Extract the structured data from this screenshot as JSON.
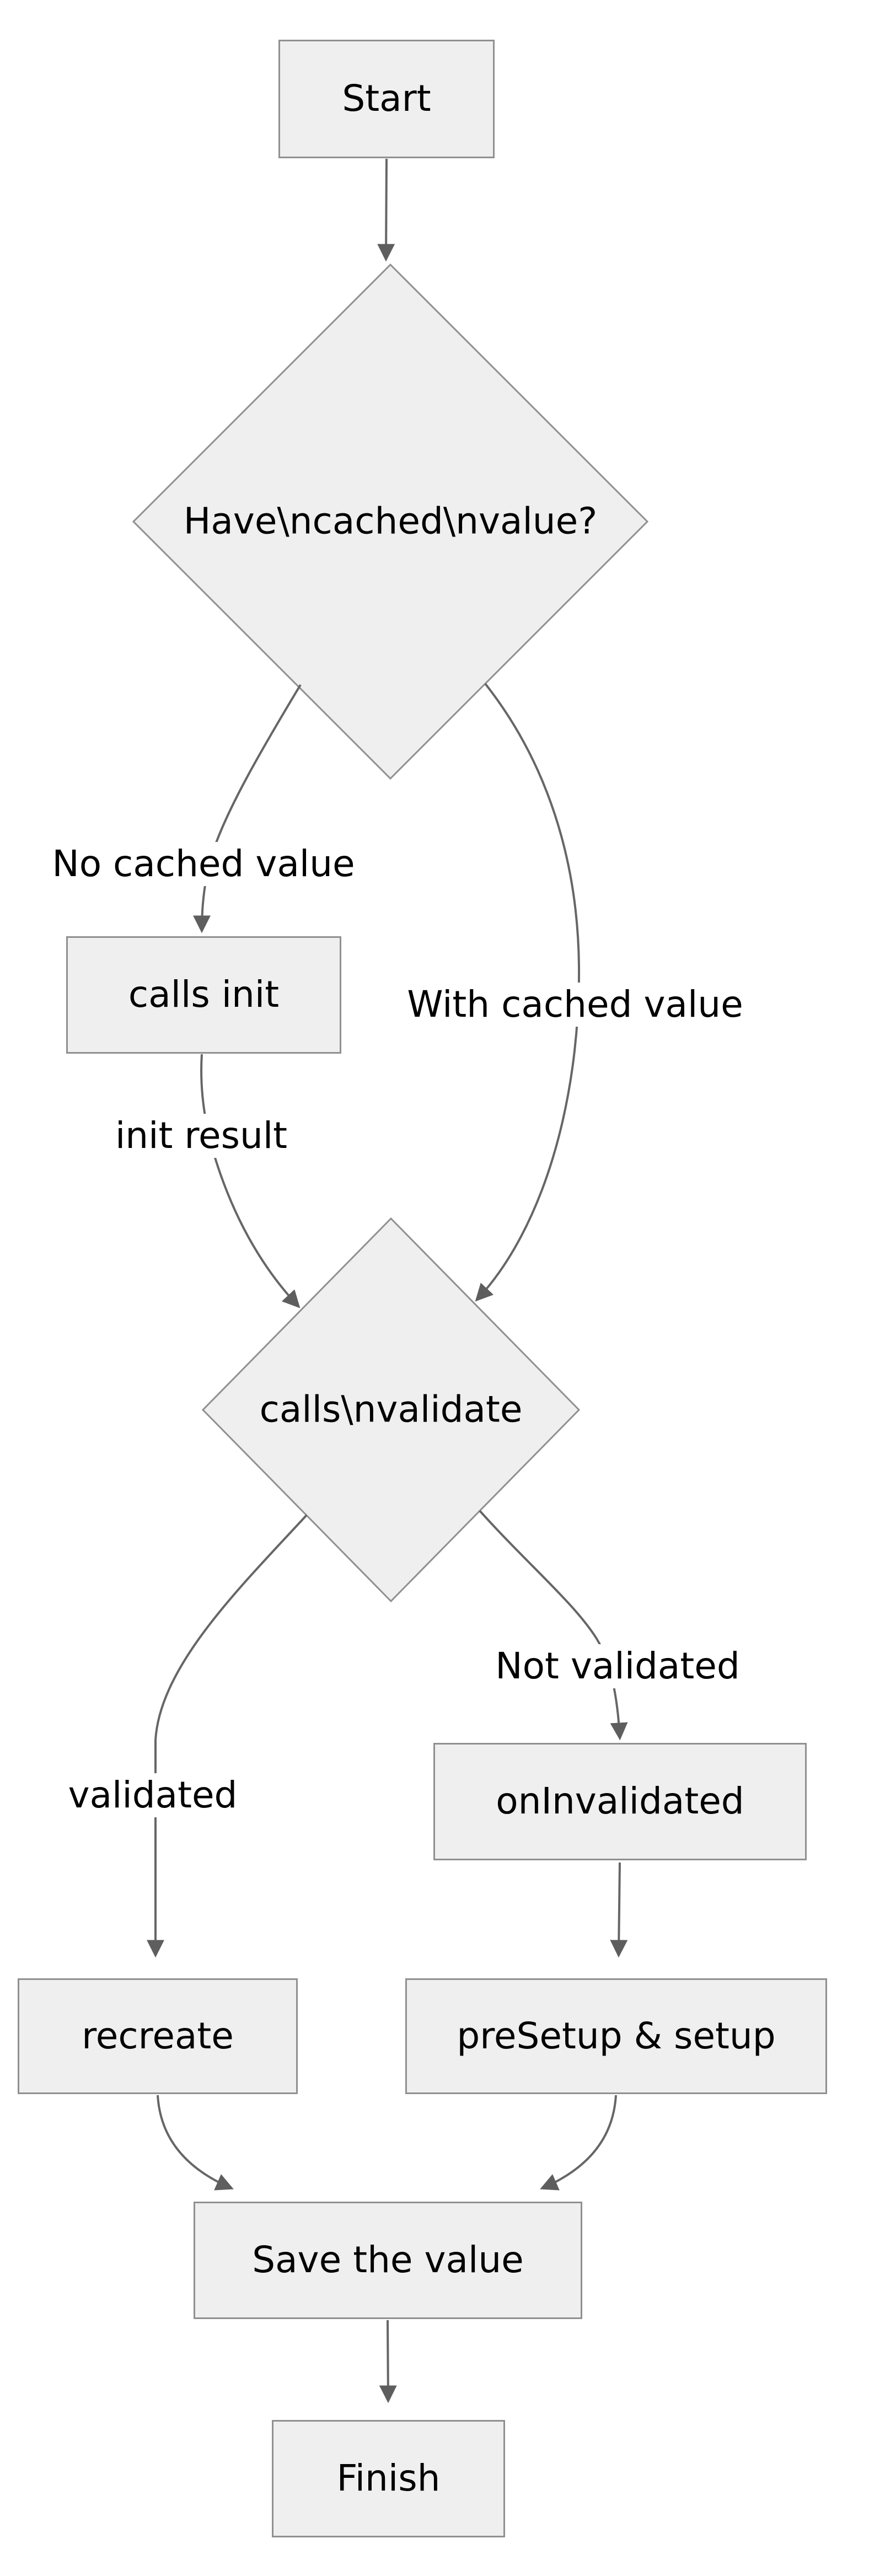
{
  "diagram": {
    "title": "Cached value lifecycle flowchart",
    "colors": {
      "background": "#ffffff",
      "node_fill": "#efefef",
      "node_border": "#909090",
      "edge_stroke": "#666666",
      "arrowhead_fill": "#5e5e5e",
      "text": "#000000"
    },
    "nodes": {
      "start": {
        "label": "Start",
        "shape": "rect"
      },
      "have_cached": {
        "label": "Have\\ncached\\nvalue?",
        "shape": "diamond"
      },
      "calls_init": {
        "label": "calls init",
        "shape": "rect"
      },
      "calls_validate": {
        "label": "calls\\nvalidate",
        "shape": "diamond"
      },
      "on_invalidated": {
        "label": "onInvalidated",
        "shape": "rect"
      },
      "recreate": {
        "label": "recreate",
        "shape": "rect"
      },
      "presetup_setup": {
        "label": "preSetup & setup",
        "shape": "rect"
      },
      "save_value": {
        "label": "Save the value",
        "shape": "rect"
      },
      "finish": {
        "label": "Finish",
        "shape": "rect"
      }
    },
    "edge_labels": {
      "no_cached": "No cached value",
      "with_cached": "With cached value",
      "init_result": "init result",
      "validated": "validated",
      "not_validated": "Not validated"
    }
  }
}
